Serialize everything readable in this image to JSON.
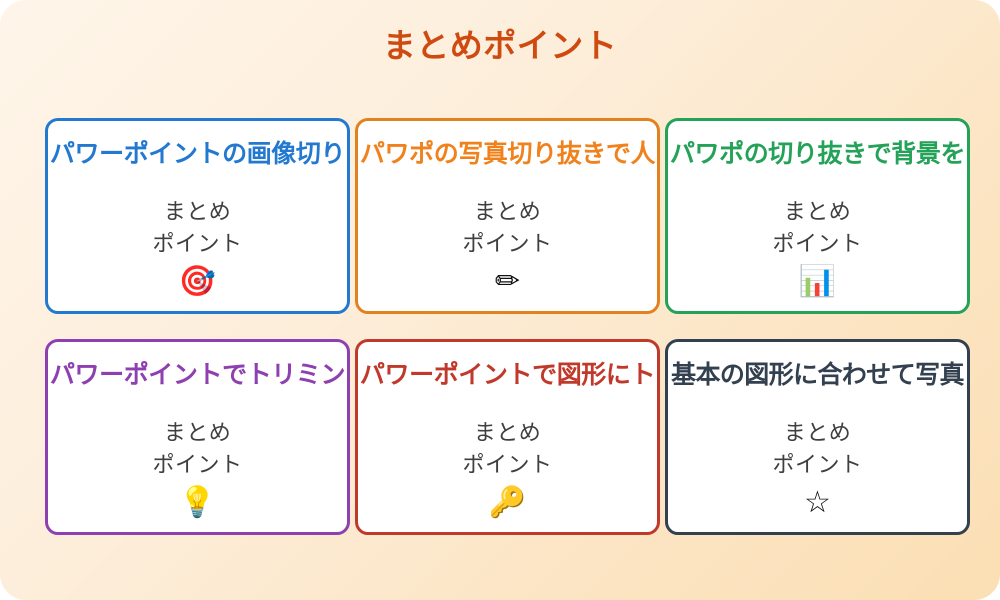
{
  "page": {
    "title": "まとめポイント",
    "title_color": "#cf4a11",
    "background_from": "#fef5e9",
    "background_to": "#fbdfb4"
  },
  "cards": [
    {
      "title": "パワーポイントの画像切り",
      "body_line1": "まとめ",
      "body_line2": "ポイント",
      "icon": "🎯",
      "icon_name": "target-icon",
      "accent": "#2379d0",
      "accent_name": "blue"
    },
    {
      "title": "パワポの写真切り抜きで人",
      "body_line1": "まとめ",
      "body_line2": "ポイント",
      "icon": "✏",
      "icon_name": "pencil-icon",
      "accent": "#e2821f",
      "accent_name": "orange"
    },
    {
      "title": "パワポの切り抜きで背景を",
      "body_line1": "まとめ",
      "body_line2": "ポイント",
      "icon": "📊",
      "icon_name": "bar-chart-icon",
      "accent": "#23a258",
      "accent_name": "green"
    },
    {
      "title": "パワーポイントでトリミン",
      "body_line1": "まとめ",
      "body_line2": "ポイント",
      "icon": "💡",
      "icon_name": "lightbulb-icon",
      "accent": "#8e3fb0",
      "accent_name": "purple"
    },
    {
      "title": "パワーポイントで図形にト",
      "body_line1": "まとめ",
      "body_line2": "ポイント",
      "icon": "🔑",
      "icon_name": "key-icon",
      "accent": "#c0392b",
      "accent_name": "red"
    },
    {
      "title": "基本の図形に合わせて写真",
      "body_line1": "まとめ",
      "body_line2": "ポイント",
      "icon": "☆",
      "icon_name": "star-icon",
      "accent": "#33404f",
      "accent_name": "navy"
    }
  ]
}
